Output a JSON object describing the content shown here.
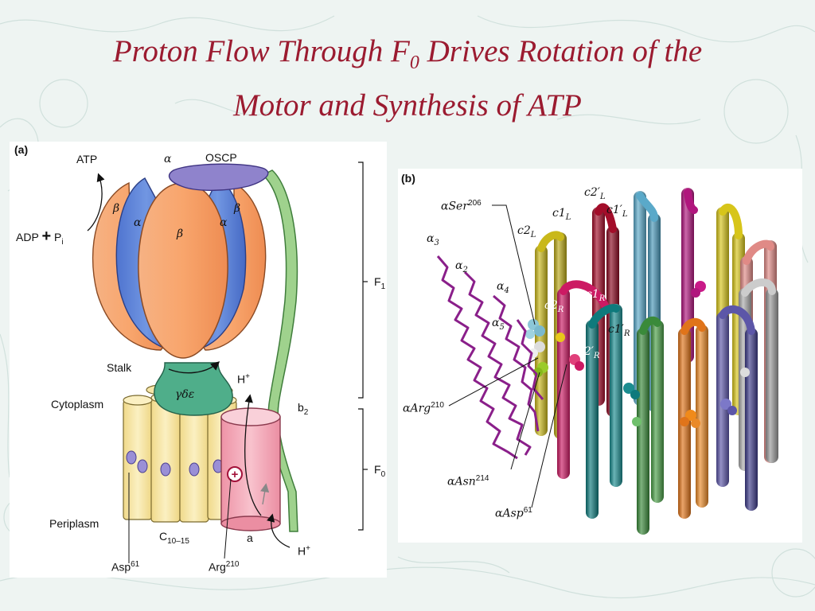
{
  "slide": {
    "title_part1": "Proton Flow Through F",
    "title_sub": "0",
    "title_part2": " Drives Rotation of the",
    "title_line2": "Motor and Synthesis of ATP"
  },
  "panel_a": {
    "panel_label": "(a)",
    "atp": "ATP",
    "adp": "ADP",
    "plus": "+",
    "pi": "P",
    "pi_sub": "i",
    "alpha": "α",
    "beta": "β",
    "oscp": "OSCP",
    "f1": "F",
    "f1_sub": "1",
    "f0": "F",
    "f0_sub": "0",
    "stalk": "Stalk",
    "gde": "γδε",
    "hplus": "H",
    "hplus_sup": "+",
    "cytoplasm": "Cytoplasm",
    "periplasm": "Periplasm",
    "b2": "b",
    "b2_sub": "2",
    "c_ring": "C",
    "c_ring_sub": "10–15",
    "a_sub": "a",
    "asp": "Asp",
    "asp_sup": "61",
    "arg": "Arg",
    "arg_sup": "210"
  },
  "panel_b": {
    "panel_label": "(b)",
    "aser206": "αSer",
    "aser206_sup": "206",
    "a3": "α",
    "a3_sub": "3",
    "a2": "α",
    "a2_sub": "2",
    "a4": "α",
    "a4_sub": "4",
    "a5": "α",
    "a5_sub": "5",
    "c2l": "c2",
    "c2l_sub": "L",
    "c1l": "c1",
    "c1l_sub": "L",
    "c2pl": "c2′",
    "c2pl_sub": "L",
    "c1pl": "c1′",
    "c1pl_sub": "L",
    "c2r": "c2",
    "c2r_sub": "R",
    "c1r": "c1",
    "c1r_sub": "R",
    "c1pr": "c1′",
    "c1pr_sub": "R",
    "c2pr": "c2′",
    "c2pr_sub": "R",
    "aarg210": "αArg",
    "aarg210_sup": "210",
    "aasn214": "αAsn",
    "aasn214_sup": "214",
    "aasp61": "αAsp",
    "aasp61_sup": "61"
  },
  "colors": {
    "title": "#9b1b30",
    "beta_orange": "#f39b65",
    "alpha_blue": "#5f84d6",
    "oscp_purple": "#8f83cc",
    "stalk_green": "#4fae8a",
    "b2_green": "#9fd28d",
    "c_ring_yellow": "#f7e6a0",
    "a_subunit_pink": "#f3a5b5"
  }
}
